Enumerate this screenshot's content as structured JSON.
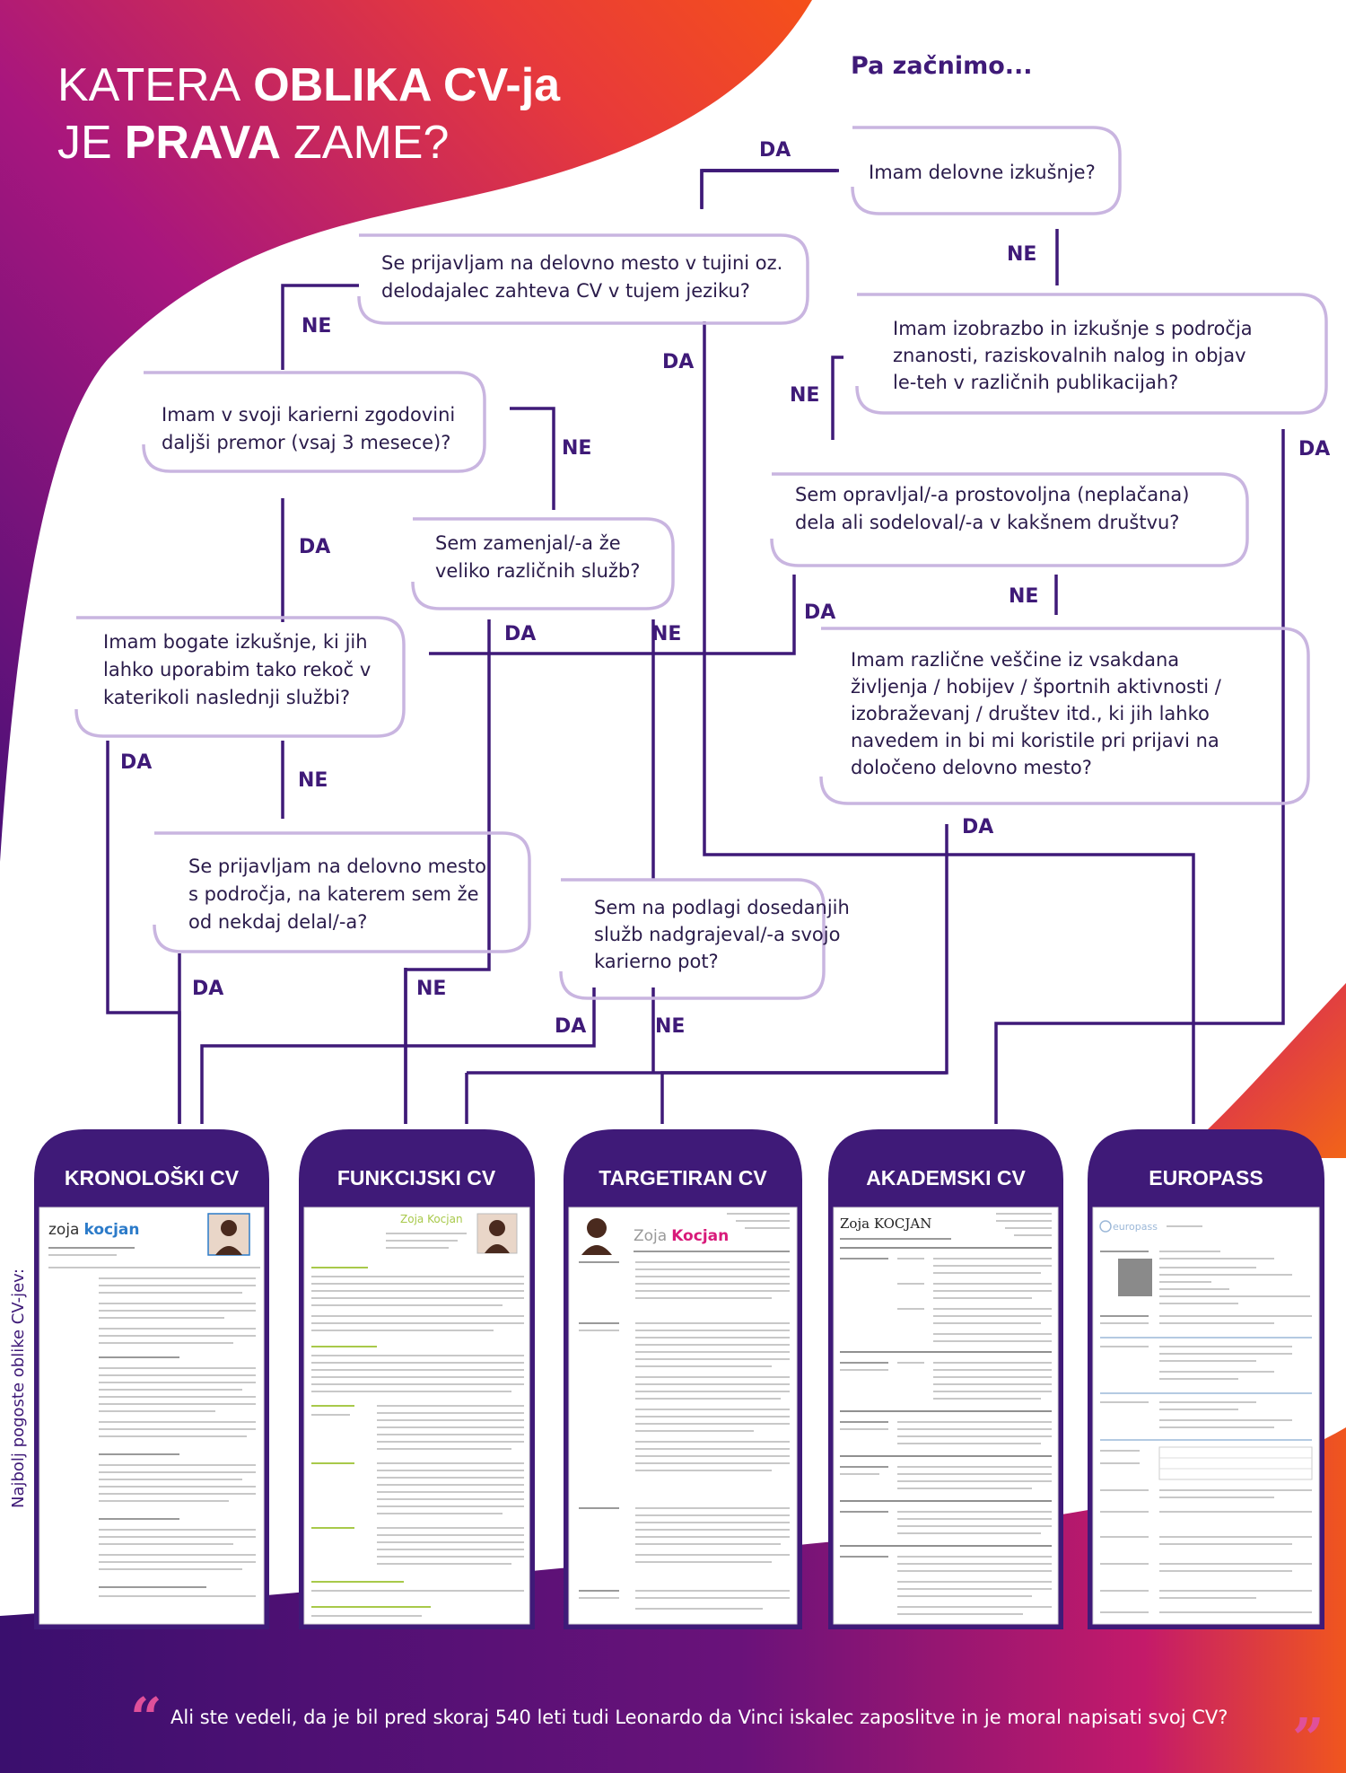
{
  "colors": {
    "purple_dark": "#3f1a78",
    "magenta": "#b81a7a",
    "orange_red": "#f04a1a",
    "bubble_outline": "#c9b5e0",
    "text": "#2a1b4a"
  },
  "title": {
    "line1_light": "KATERA",
    "line1_bold": "OBLIKA CV-ja",
    "line2_light_a": "JE",
    "line2_bold": "PRAVA",
    "line2_light_b": "ZAME?"
  },
  "start_label": "Pa začnimo...",
  "questions": {
    "q_experience": [
      "Imam delovne izkušnje?"
    ],
    "q_abroad": [
      "Se prijavljam na delovno mesto v tujini oz.",
      "delodajalec zahteva CV v tujem jeziku?"
    ],
    "q_science": [
      "Imam izobrazbo in izkušnje s področja",
      "znanosti, raziskovalnih nalog in objav",
      "le-teh v različnih publikacijah?"
    ],
    "q_gap": [
      "Imam v svoji karierni zgodovini",
      "daljši premor (vsaj 3 mesece)?"
    ],
    "q_volunteer": [
      "Sem opravljal/-a prostovoljna (neplačana)",
      "dela ali sodeloval/-a v kakšnem društvu?"
    ],
    "q_many_jobs": [
      "Sem zamenjal/-a že",
      "veliko različnih služb?"
    ],
    "q_rich": [
      "Imam bogate izkušnje, ki jih",
      "lahko uporabim tako rekoč v",
      "katerikoli naslednji službi?"
    ],
    "q_skills": [
      "Imam različne veščine iz vsakdana",
      "življenja / hobijev / športnih aktivnosti /",
      "izobraževanj / društev itd., ki jih lahko",
      "navedem in bi mi koristile pri prijavi na",
      "določeno delovno mesto?"
    ],
    "q_same_field": [
      "Se prijavljam na delovno mesto",
      "s področja, na katerem sem že",
      "od nekdaj delal/-a?"
    ],
    "q_upgrade": [
      "Sem na podlagi dosedanjih",
      "služb nadgrajeval/-a svojo",
      "karierno pot?"
    ]
  },
  "answers": {
    "yes": "DA",
    "no": "NE"
  },
  "cv_types": [
    "KRONOLOŠKI CV",
    "FUNKCIJSKI CV",
    "TARGETIRAN CV",
    "AKADEMSKI CV",
    "EUROPASS"
  ],
  "sample_names": {
    "kronoloski_first": "zoja",
    "kronoloski_last": "kocjan",
    "funkcijski": "Zoja Kocjan",
    "targetiran_first": "Zoja",
    "targetiran_last": "Kocjan",
    "akademski": "Zoja KOCJAN",
    "europass": "europass"
  },
  "side_label": "Najbolj pogoste oblike CV-jev:",
  "footer_quote": "Ali ste vedeli, da je bil pred skoraj 540 leti tudi Leonardo da Vinci iskalec zaposlitve in je moral napisati svoj CV?",
  "quote_open": "“",
  "quote_close": "”"
}
